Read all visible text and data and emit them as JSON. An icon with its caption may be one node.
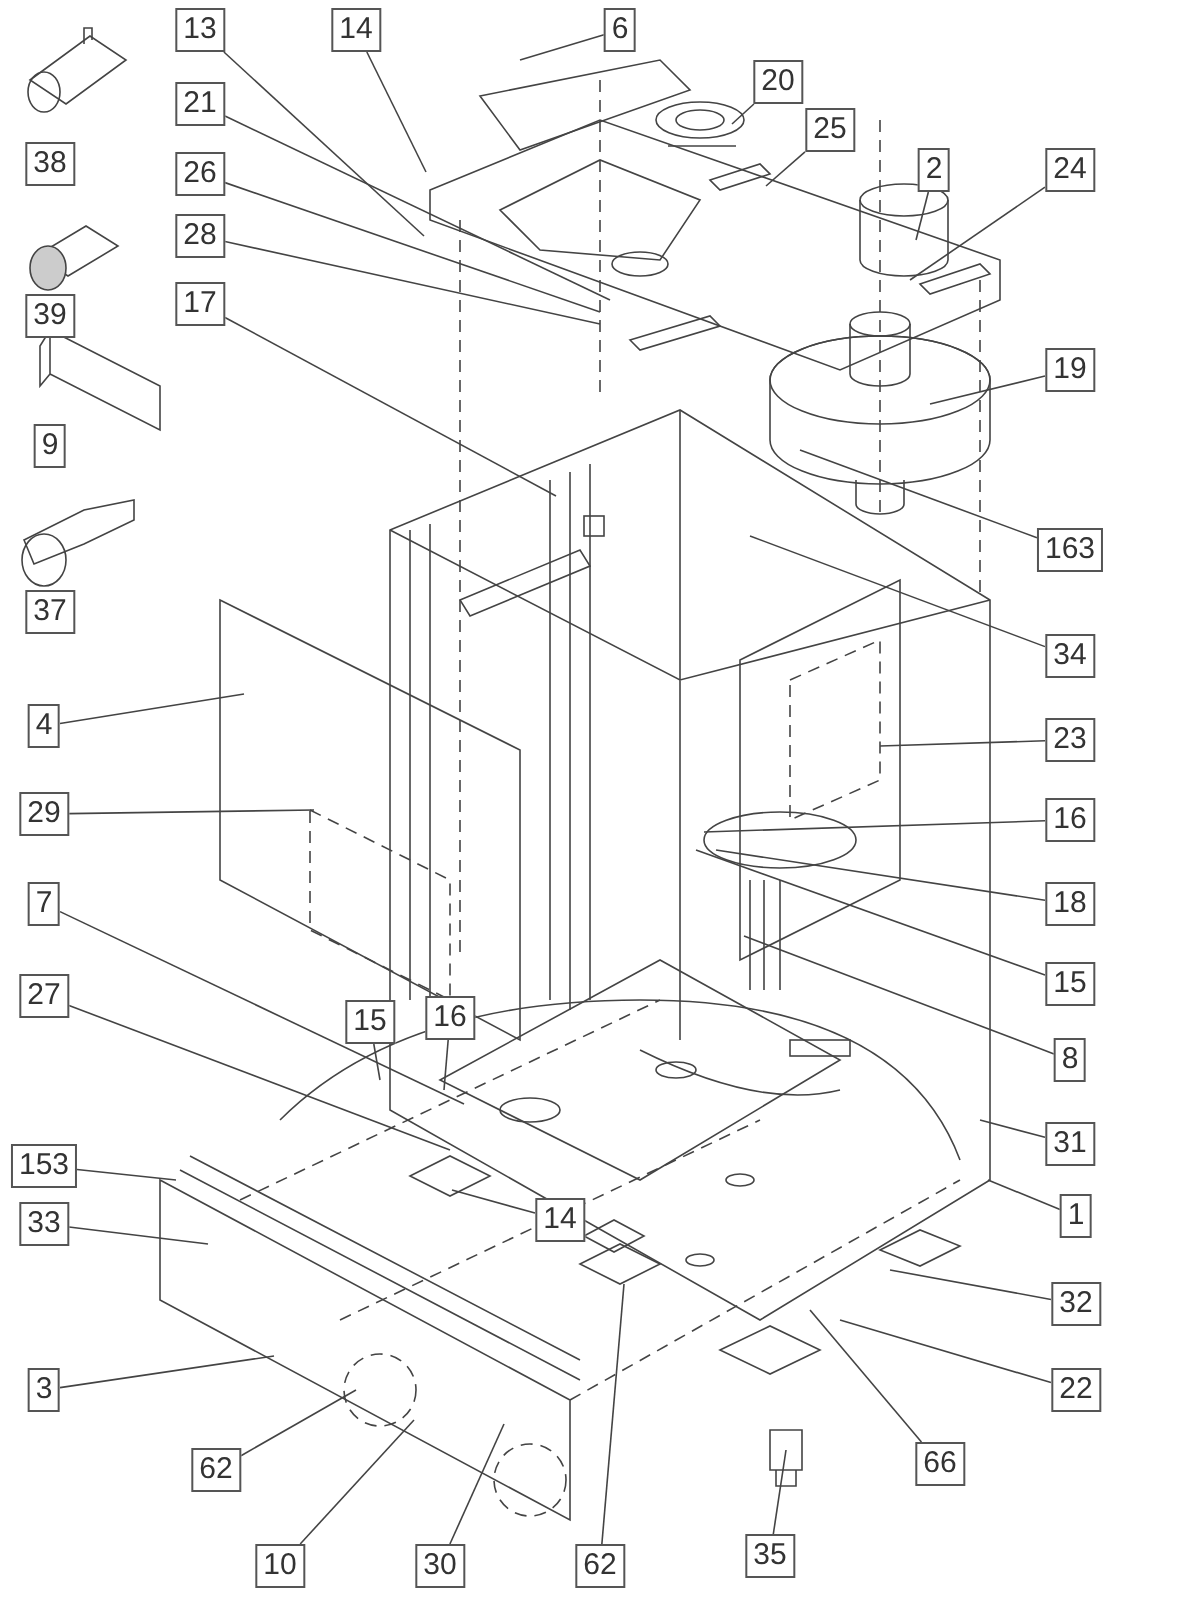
{
  "diagram": {
    "nodes": [
      {
        "text": [
          "13"
        ]
      },
      {
        "text": [
          "14"
        ]
      },
      {
        "text": [
          "6"
        ]
      },
      {
        "text": [
          "21"
        ]
      },
      {
        "text": [
          "26"
        ]
      },
      {
        "text": [
          "28"
        ]
      },
      {
        "text": [
          "17"
        ]
      },
      {
        "text": [
          "20"
        ]
      },
      {
        "text": [
          "25"
        ]
      },
      {
        "text": [
          "2"
        ]
      },
      {
        "text": [
          "24"
        ]
      },
      {
        "text": [
          "19"
        ]
      },
      {
        "text": [
          "163"
        ]
      },
      {
        "text": [
          "34"
        ]
      },
      {
        "text": [
          "4"
        ]
      },
      {
        "text": [
          "29"
        ]
      },
      {
        "text": [
          "23"
        ]
      },
      {
        "text": [
          "16"
        ]
      },
      {
        "text": [
          "18"
        ]
      },
      {
        "text": [
          "7"
        ]
      },
      {
        "text": [
          "15"
        ]
      },
      {
        "text": [
          "8"
        ]
      },
      {
        "text": [
          "15"
        ]
      },
      {
        "text": [
          "16"
        ]
      },
      {
        "text": [
          "27"
        ]
      },
      {
        "text": [
          "31"
        ]
      },
      {
        "text": [
          "153"
        ]
      },
      {
        "text": [
          "14"
        ]
      },
      {
        "text": [
          "33"
        ]
      },
      {
        "text": [
          "1"
        ]
      },
      {
        "text": [
          "32"
        ]
      },
      {
        "text": [
          "22"
        ]
      },
      {
        "text": [
          "3"
        ]
      },
      {
        "text": [
          "62"
        ]
      },
      {
        "text": [
          "66"
        ]
      },
      {
        "text": [
          "35"
        ]
      },
      {
        "text": [
          "10"
        ]
      },
      {
        "text": [
          "30"
        ]
      },
      {
        "text": [
          "62"
        ]
      },
      {
        "text": [
          "38"
        ]
      },
      {
        "text": [
          "39"
        ]
      },
      {
        "text": [
          "9"
        ]
      },
      {
        "text": [
          "37"
        ]
      }
    ],
    "edges": [
      {
        "from": 0,
        "to": null,
        "arrow": "none"
      },
      {
        "from": 1,
        "to": null,
        "arrow": "none"
      },
      {
        "from": 2,
        "to": null,
        "arrow": "none"
      },
      {
        "from": 3,
        "to": null,
        "arrow": "none"
      },
      {
        "from": 4,
        "to": null,
        "arrow": "none"
      },
      {
        "from": 5,
        "to": null,
        "arrow": "none"
      },
      {
        "from": 6,
        "to": null,
        "arrow": "none"
      },
      {
        "from": 7,
        "to": null,
        "arrow": "none"
      },
      {
        "from": 8,
        "to": null,
        "arrow": "none"
      },
      {
        "from": 9,
        "to": null,
        "arrow": "none"
      },
      {
        "from": 10,
        "to": null,
        "arrow": "none"
      },
      {
        "from": 11,
        "to": null,
        "arrow": "none"
      },
      {
        "from": 12,
        "to": null,
        "arrow": "none"
      },
      {
        "from": 13,
        "to": null,
        "arrow": "none"
      },
      {
        "from": 14,
        "to": null,
        "arrow": "none"
      },
      {
        "from": 15,
        "to": null,
        "arrow": "none"
      },
      {
        "from": 16,
        "to": null,
        "arrow": "none"
      },
      {
        "from": 17,
        "to": null,
        "arrow": "none"
      },
      {
        "from": 18,
        "to": null,
        "arrow": "none"
      },
      {
        "from": 19,
        "to": null,
        "arrow": "none"
      },
      {
        "from": 20,
        "to": null,
        "arrow": "none"
      },
      {
        "from": 21,
        "to": null,
        "arrow": "none"
      },
      {
        "from": 22,
        "to": null,
        "arrow": "none"
      },
      {
        "from": 23,
        "to": null,
        "arrow": "none"
      },
      {
        "from": 24,
        "to": null,
        "arrow": "none"
      },
      {
        "from": 25,
        "to": null,
        "arrow": "none"
      },
      {
        "from": 26,
        "to": null,
        "arrow": "none"
      },
      {
        "from": 27,
        "to": null,
        "arrow": "none"
      },
      {
        "from": 28,
        "to": null,
        "arrow": "none"
      },
      {
        "from": 29,
        "to": null,
        "arrow": "none"
      },
      {
        "from": 30,
        "to": null,
        "arrow": "none"
      },
      {
        "from": 31,
        "to": null,
        "arrow": "none"
      },
      {
        "from": 32,
        "to": null,
        "arrow": "none"
      },
      {
        "from": 33,
        "to": null,
        "arrow": "none"
      },
      {
        "from": 34,
        "to": null,
        "arrow": "none"
      },
      {
        "from": 35,
        "to": null,
        "arrow": "none"
      },
      {
        "from": 36,
        "to": null,
        "arrow": "none"
      },
      {
        "from": 37,
        "to": null,
        "arrow": "none"
      },
      {
        "from": 38,
        "to": null,
        "arrow": "none"
      }
    ]
  }
}
